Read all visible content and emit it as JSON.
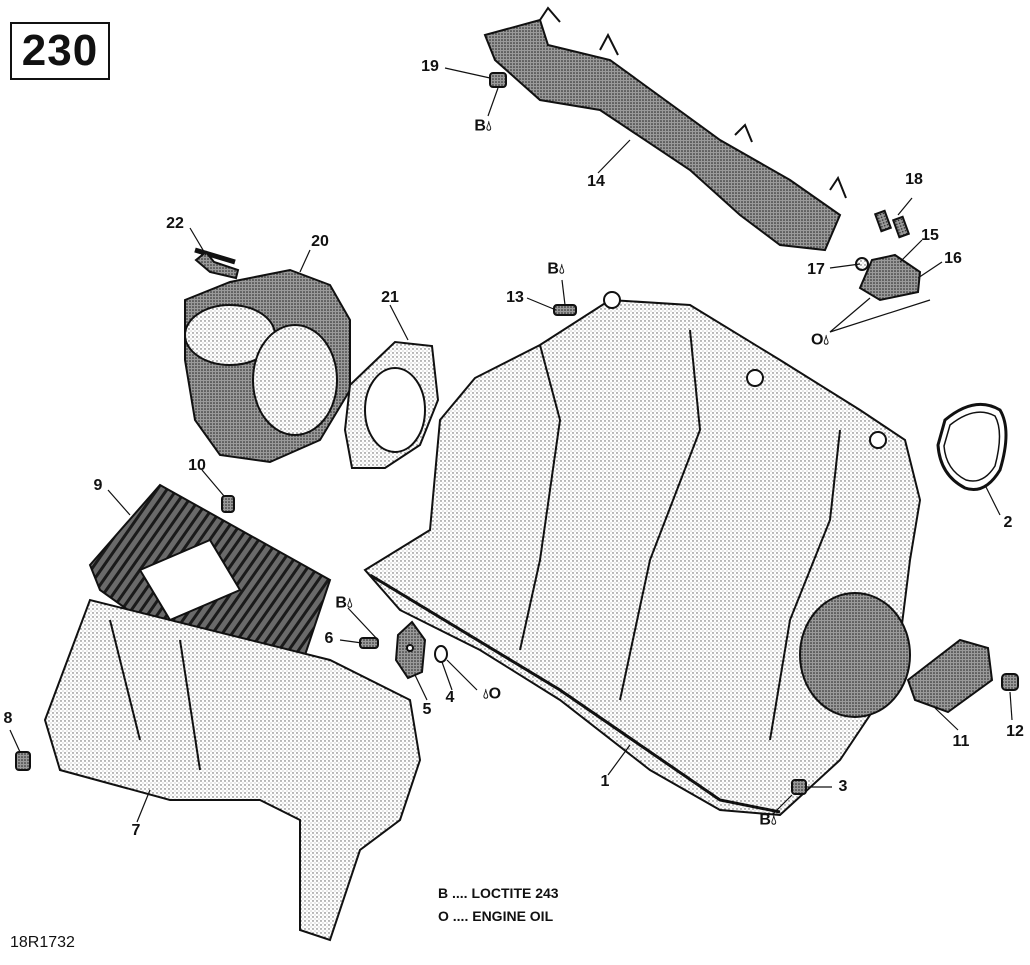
{
  "diagram": {
    "section_number": "230",
    "reference_code": "18R1732",
    "legend": [
      {
        "code": "B",
        "text": "B .... LOCTITE 243"
      },
      {
        "code": "O",
        "text": "O .... ENGINE OIL"
      }
    ],
    "part_callouts": [
      "1",
      "2",
      "3",
      "4",
      "5",
      "6",
      "7",
      "8",
      "9",
      "10",
      "11",
      "12",
      "13",
      "14",
      "15",
      "16",
      "17",
      "18",
      "19",
      "20",
      "21",
      "22"
    ],
    "symbol_callouts": [
      {
        "id": "b-19",
        "text": "B"
      },
      {
        "id": "b-13",
        "text": "B"
      },
      {
        "id": "o-1516",
        "text": "O"
      },
      {
        "id": "b-6",
        "text": "B"
      },
      {
        "id": "o-4",
        "text": "O"
      },
      {
        "id": "b-3",
        "text": "B"
      }
    ]
  }
}
